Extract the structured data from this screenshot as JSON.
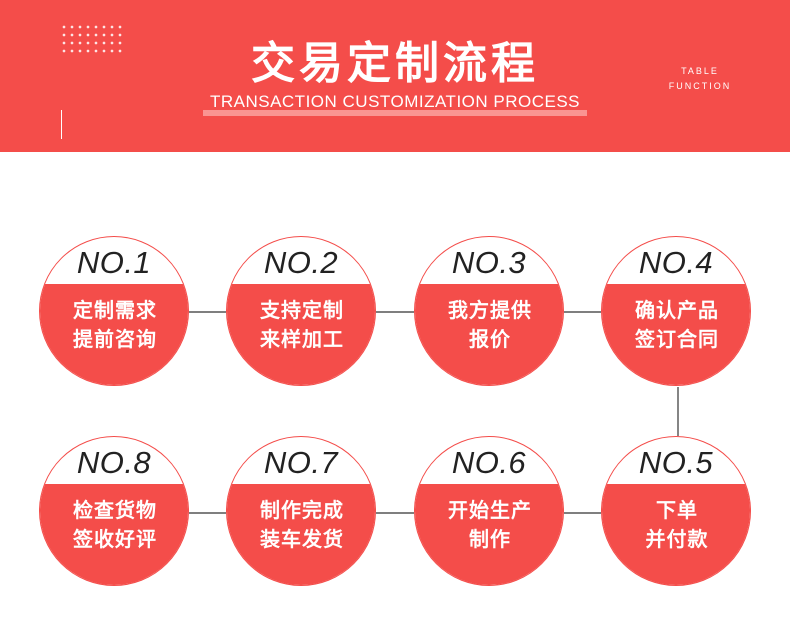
{
  "header": {
    "title": "交易定制流程",
    "subtitle": "TRANSACTION CUSTOMIZATION PROCESS",
    "side_line1": "TABLE",
    "side_line2": "FUNCTION"
  },
  "colors": {
    "accent": "#f44d4a",
    "text": "#222222",
    "background": "#ffffff"
  },
  "steps": [
    {
      "num": "NO.1",
      "line1": "定制需求",
      "line2": "提前咨询"
    },
    {
      "num": "NO.2",
      "line1": "支持定制",
      "line2": "来样加工"
    },
    {
      "num": "NO.3",
      "line1": "我方提供",
      "line2": "报价"
    },
    {
      "num": "NO.4",
      "line1": "确认产品",
      "line2": "签订合同"
    },
    {
      "num": "NO.5",
      "line1": "下单",
      "line2": "并付款"
    },
    {
      "num": "NO.6",
      "line1": "开始生产",
      "line2": "制作"
    },
    {
      "num": "NO.7",
      "line1": "制作完成",
      "line2": "装车发货"
    },
    {
      "num": "NO.8",
      "line1": "检查货物",
      "line2": "签收好评"
    }
  ]
}
